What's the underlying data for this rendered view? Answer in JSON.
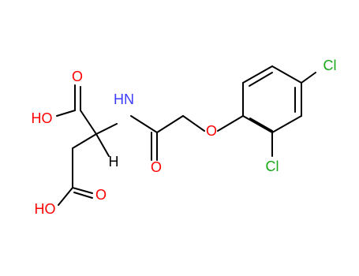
{
  "molecule": {
    "labels": {
      "o_top": "O",
      "oh_left": "HO",
      "nh": "HN",
      "h_alpha": "H",
      "o_amide": "O",
      "o_ether": "O",
      "cl_top": "Cl",
      "cl_bottom": "Cl",
      "o_bottom_acid": "O",
      "oh_bottom": "HO"
    },
    "colors": {
      "bond": "#000000",
      "oxygen": "#ff0000",
      "nitrogen": "#3b3bff",
      "chlorine": "#19a619",
      "hydrogen": "#000000"
    }
  }
}
